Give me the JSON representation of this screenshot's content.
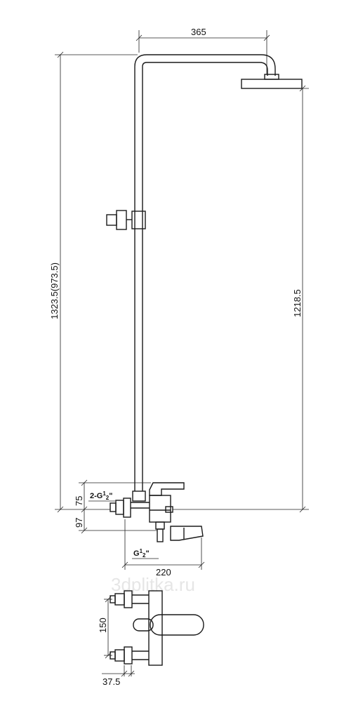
{
  "dimensions": {
    "top_width": "365",
    "total_height": "1323.5(973.5)",
    "outlet_height": "1218.5",
    "upper_offset": "75",
    "lower_offset": "97",
    "spout_length": "220",
    "spacing": "150",
    "depth": "37.5"
  },
  "labels": {
    "inlet_prefix": "2-G",
    "inlet_num": "1",
    "inlet_den": "2",
    "inlet_quote": "\"",
    "outlet_prefix": "G",
    "outlet_num": "1",
    "outlet_den": "2",
    "outlet_quote": "\""
  },
  "watermark": "3dplitka.ru"
}
